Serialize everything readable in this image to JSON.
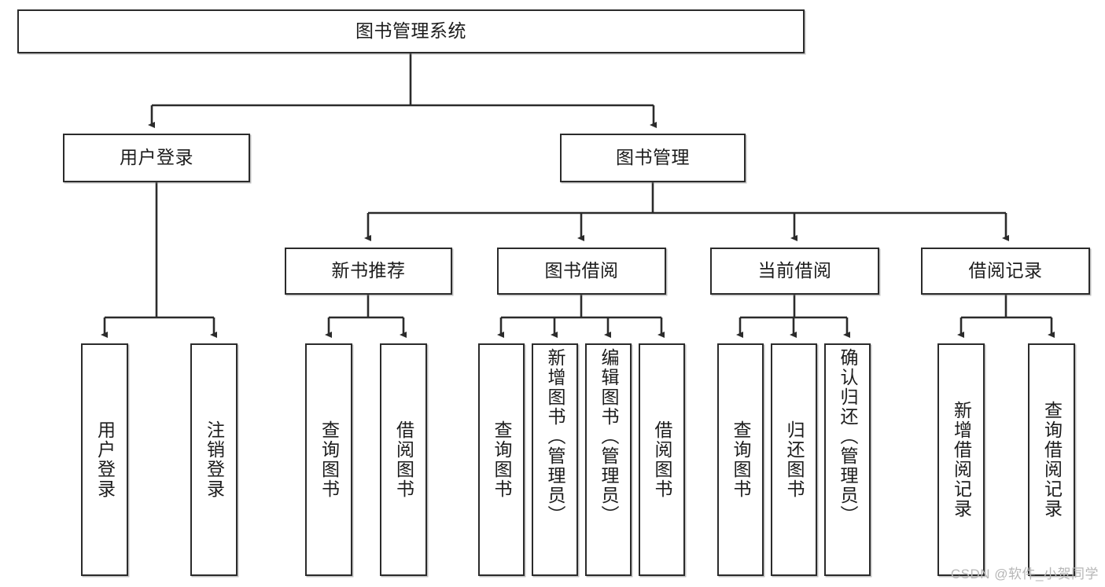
{
  "diagram": {
    "type": "tree-hierarchy",
    "title": "图书管理系统",
    "watermark": "CSDN @软件_小贺同学",
    "colors": {
      "box_border": "#2b2b2b",
      "box_fill": "#ffffff",
      "connector": "#2b2b2b",
      "watermark": "#b6b6b6",
      "page_background": "#ffffff"
    },
    "nodes": {
      "root": {
        "label": "图书管理系统",
        "orientation": "horizontal"
      },
      "level2": [
        {
          "label": "用户登录",
          "orientation": "horizontal"
        },
        {
          "label": "图书管理",
          "orientation": "horizontal"
        }
      ],
      "level3": [
        {
          "label": "新书推荐",
          "orientation": "horizontal"
        },
        {
          "label": "图书借阅",
          "orientation": "horizontal"
        },
        {
          "label": "当前借阅",
          "orientation": "horizontal"
        },
        {
          "label": "借阅记录",
          "orientation": "horizontal"
        }
      ],
      "leaves_user_login": [
        {
          "label": "用户登录",
          "orientation": "vertical"
        },
        {
          "label": "注销登录",
          "orientation": "vertical"
        }
      ],
      "leaves_new_books": [
        {
          "label": "查询图书",
          "orientation": "vertical"
        },
        {
          "label": "借阅图书",
          "orientation": "vertical"
        }
      ],
      "leaves_borrow_books": [
        {
          "label": "查询图书",
          "orientation": "vertical"
        },
        {
          "label": "新增图书（管理员）",
          "orientation": "vertical"
        },
        {
          "label": "编辑图书（管理员）",
          "orientation": "vertical"
        },
        {
          "label": "借阅图书",
          "orientation": "vertical"
        }
      ],
      "leaves_current_borrow": [
        {
          "label": "查询图书",
          "orientation": "vertical"
        },
        {
          "label": "归还图书",
          "orientation": "vertical"
        },
        {
          "label": "确认归还（管理员）",
          "orientation": "vertical"
        }
      ],
      "leaves_borrow_records": [
        {
          "label": "新增借阅记录",
          "orientation": "vertical"
        },
        {
          "label": "查询借阅记录",
          "orientation": "vertical"
        }
      ]
    }
  }
}
